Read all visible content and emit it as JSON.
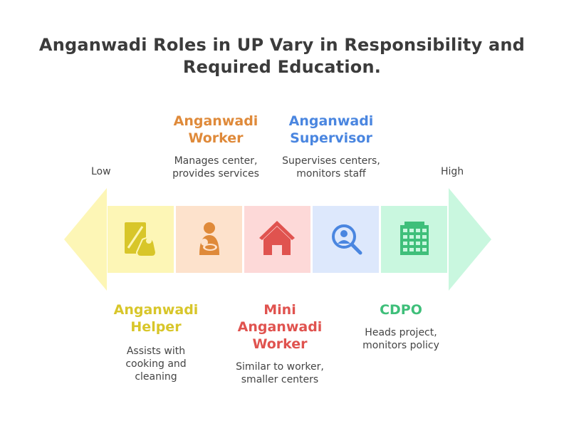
{
  "title": {
    "line1": "Anganwadi Roles in UP Vary in Responsibility and",
    "line2": "Required Education."
  },
  "scale": {
    "low": "Low",
    "high": "High"
  },
  "roles": [
    {
      "key": "helper",
      "name_line1": "Anganwadi",
      "name_line2": "Helper",
      "desc_line1": "Assists with",
      "desc_line2": "cooking and",
      "desc_line3": "cleaning",
      "color": "#d8c62a",
      "fill": "#fdf6b6",
      "icon": "document-hand-icon"
    },
    {
      "key": "worker",
      "name_line1": "Anganwadi",
      "name_line2": "Worker",
      "desc_line1": "Manages center,",
      "desc_line2": "provides services",
      "color": "#df8a3a",
      "fill": "#fde2cc",
      "icon": "caregiver-icon"
    },
    {
      "key": "mini",
      "name_line1": "Mini",
      "name_line2": "Anganwadi",
      "name_line3": "Worker",
      "desc_line1": "Similar to worker,",
      "desc_line2": "smaller centers",
      "color": "#e0534f",
      "fill": "#fdd9d8",
      "icon": "house-icon"
    },
    {
      "key": "supervisor",
      "name_line1": "Anganwadi",
      "name_line2": "Supervisor",
      "desc_line1": "Supervises centers,",
      "desc_line2": "monitors staff",
      "color": "#4a86e0",
      "fill": "#dde8fc",
      "icon": "person-search-icon"
    },
    {
      "key": "cdpo",
      "name_line1": "CDPO",
      "desc_line1": "Heads project,",
      "desc_line2": "monitors policy",
      "color": "#3fbf7a",
      "fill": "#c9f7df",
      "icon": "office-building-icon"
    }
  ]
}
